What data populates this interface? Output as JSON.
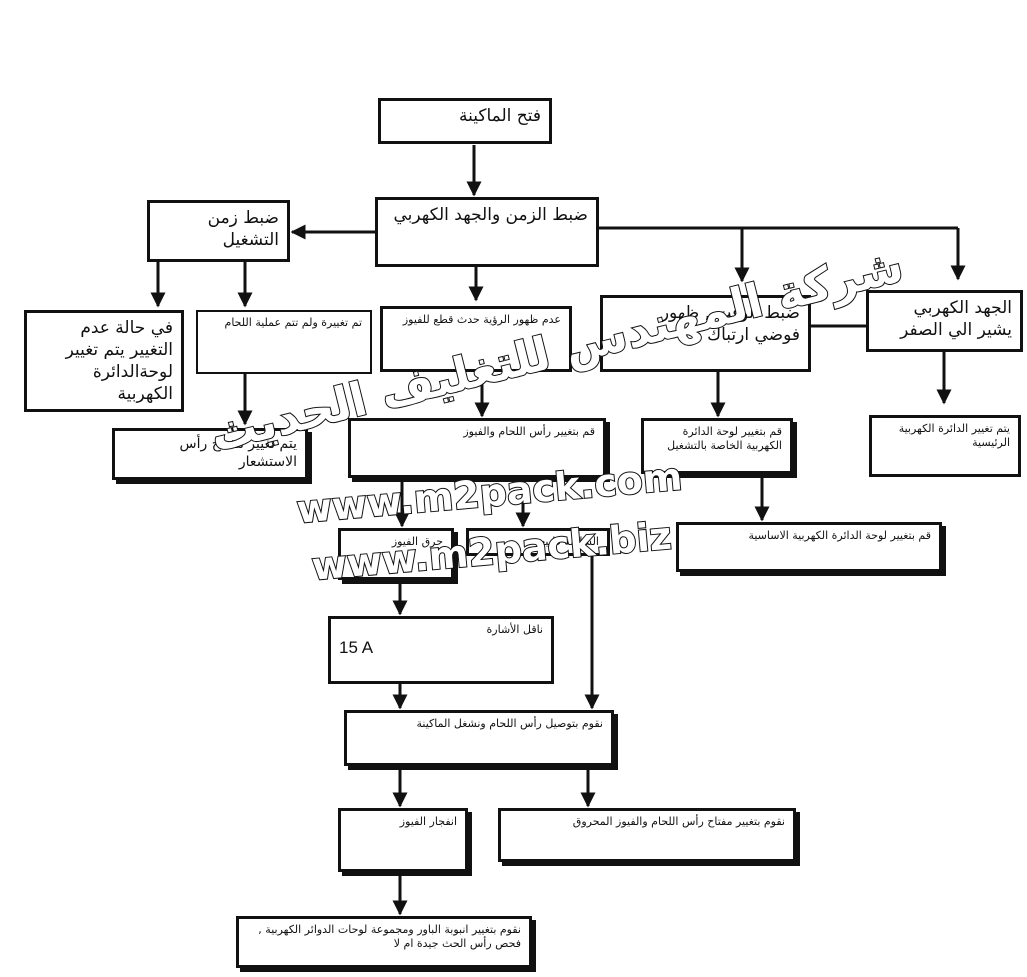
{
  "boxes": {
    "open_machine": "فتح الماكينة",
    "set_time_voltage": "ضبط الزمن والجهد الكهربي",
    "set_operating_time": "ضبط زمن التشغيل",
    "if_no_change": "في حالة عدم التغيير يتم تغيير لوحةالدائرة الكهربية",
    "changed_no_welding": "تم تغييرة ولم تتم عملية اللحام",
    "no_vision_fuse": "عدم ظهور الرؤية حدث قطع للفيوز",
    "time_setting_chaos": "ضبط الوقت , ظهور فوضي ارتباك",
    "voltage_zero": "الجهد الكهربي يشير الي الصفر",
    "change_sensing_switch": "يتم تغيير مفتاح رأس الاستشعار",
    "change_welding_head": "قم بتغيير رأس اللحام والفيوز",
    "change_operating_board": "قم بتغيير لوحة الدائرة الكهربية الخاصة بالتشغيل",
    "change_main_circuit": "يتم تغيير الدائرة الكهربية الرئيسية",
    "fuse_burn": "حرق الفيوز",
    "screen_normal": "الشاشة طبيعية",
    "change_basic_board": "قم بتغيير لوحة الدائرة الكهربية الاساسية",
    "signal_transmitter": "ناقل الأشارة",
    "signal_value": "15 A",
    "connect_head": "نقوم بتوصيل رأس اللحام ونشغل الماكينة",
    "fuse_explosion": "انفجار الفيوز",
    "change_burnt": "نقوم بتغيير مفتاح رأس اللحام والفيوز المحروق",
    "change_power_tube": "نقوم بتغيير انبوبة الباور ومجموعة لوحات الدوائر الكهربية , فحص رأس الحث جيدة ام لا"
  },
  "watermark": {
    "company": "شركة المهندس للتغليف الحديث",
    "url_com": "www.m2pack.com",
    "url_biz": "www.m2pack.biz"
  },
  "colors": {
    "line": "#111111",
    "background": "#ffffff"
  }
}
